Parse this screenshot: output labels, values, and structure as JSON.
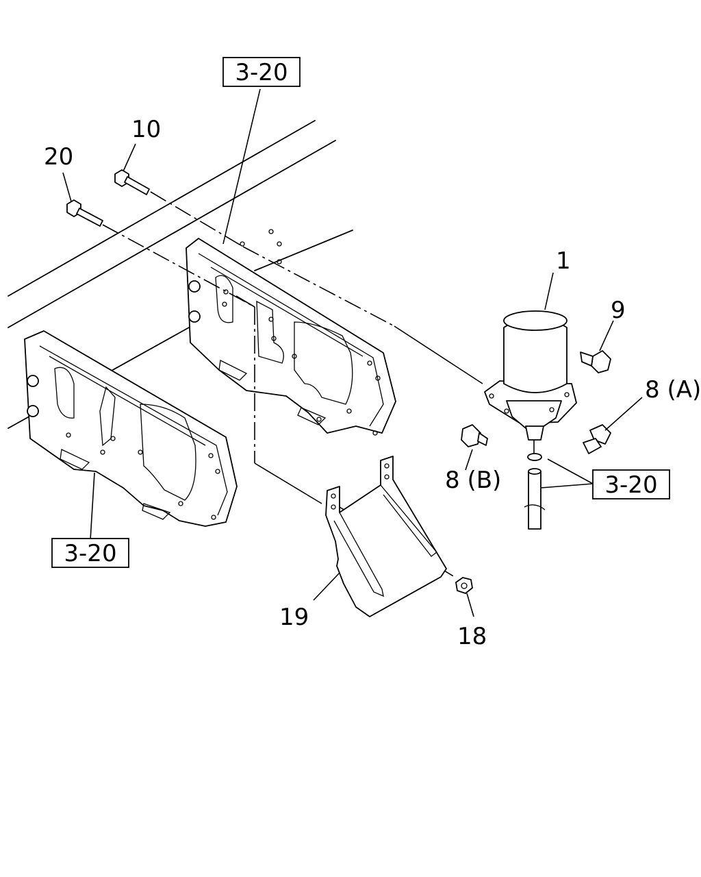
{
  "callouts": {
    "c1": "1",
    "c9": "9",
    "c8a": "8 (A)",
    "c8b": "8 (B)",
    "c10": "10",
    "c20": "20",
    "c19": "19",
    "c18": "18"
  },
  "refs": {
    "ref_top": "3-20",
    "ref_left": "3-20",
    "ref_right": "3-20"
  }
}
